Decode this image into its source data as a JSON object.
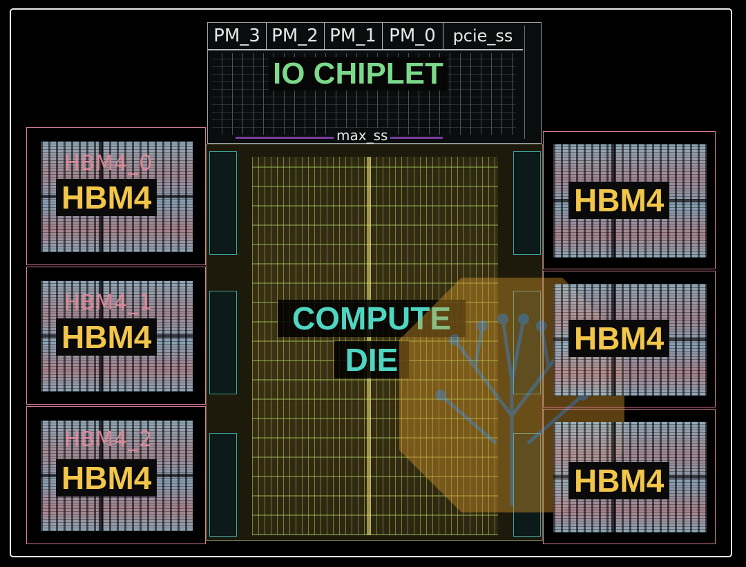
{
  "io_chiplet": {
    "title": "IO CHIPLET",
    "cells": [
      "PM_3",
      "PM_2",
      "PM_1",
      "PM_0",
      "pcie_ss"
    ],
    "sub_label": "max_ss"
  },
  "compute_die": {
    "title_line1": "COMPUTE",
    "title_line2": "DIE"
  },
  "hbm_left": [
    {
      "name": "HBM4_0",
      "label": "HBM4"
    },
    {
      "name": "HBM4_1",
      "label": "HBM4"
    },
    {
      "name": "HBM4_2",
      "label": "HBM4"
    }
  ],
  "hbm_right": [
    {
      "label": "HBM4"
    },
    {
      "label": "HBM4"
    },
    {
      "label": "HBM4"
    }
  ],
  "colors": {
    "hbm_label": "#f2c64a",
    "hbm_border": "#d77d92",
    "io_title": "#7ad98a",
    "die_title": "#4fd6c2",
    "logo": "#d99a2b"
  }
}
